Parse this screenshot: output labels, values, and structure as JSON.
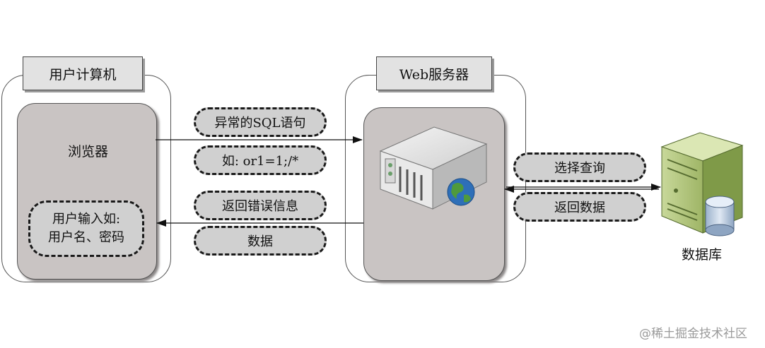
{
  "user_computer": {
    "title": "用户计算机",
    "browser_label": "浏览器",
    "input_line1": "用户输入如:",
    "input_line2": "用户名、密码"
  },
  "web_server": {
    "title": "Web服务器"
  },
  "database": {
    "label": "数据库"
  },
  "messages": {
    "abnormal_sql": "异常的SQL语句",
    "example": "如: or1=1;/*",
    "return_error": "返回错误信息",
    "data": "数据",
    "select_query": "选择查询",
    "return_data": "返回数据"
  },
  "watermark": "@稀土掘金技术社区"
}
